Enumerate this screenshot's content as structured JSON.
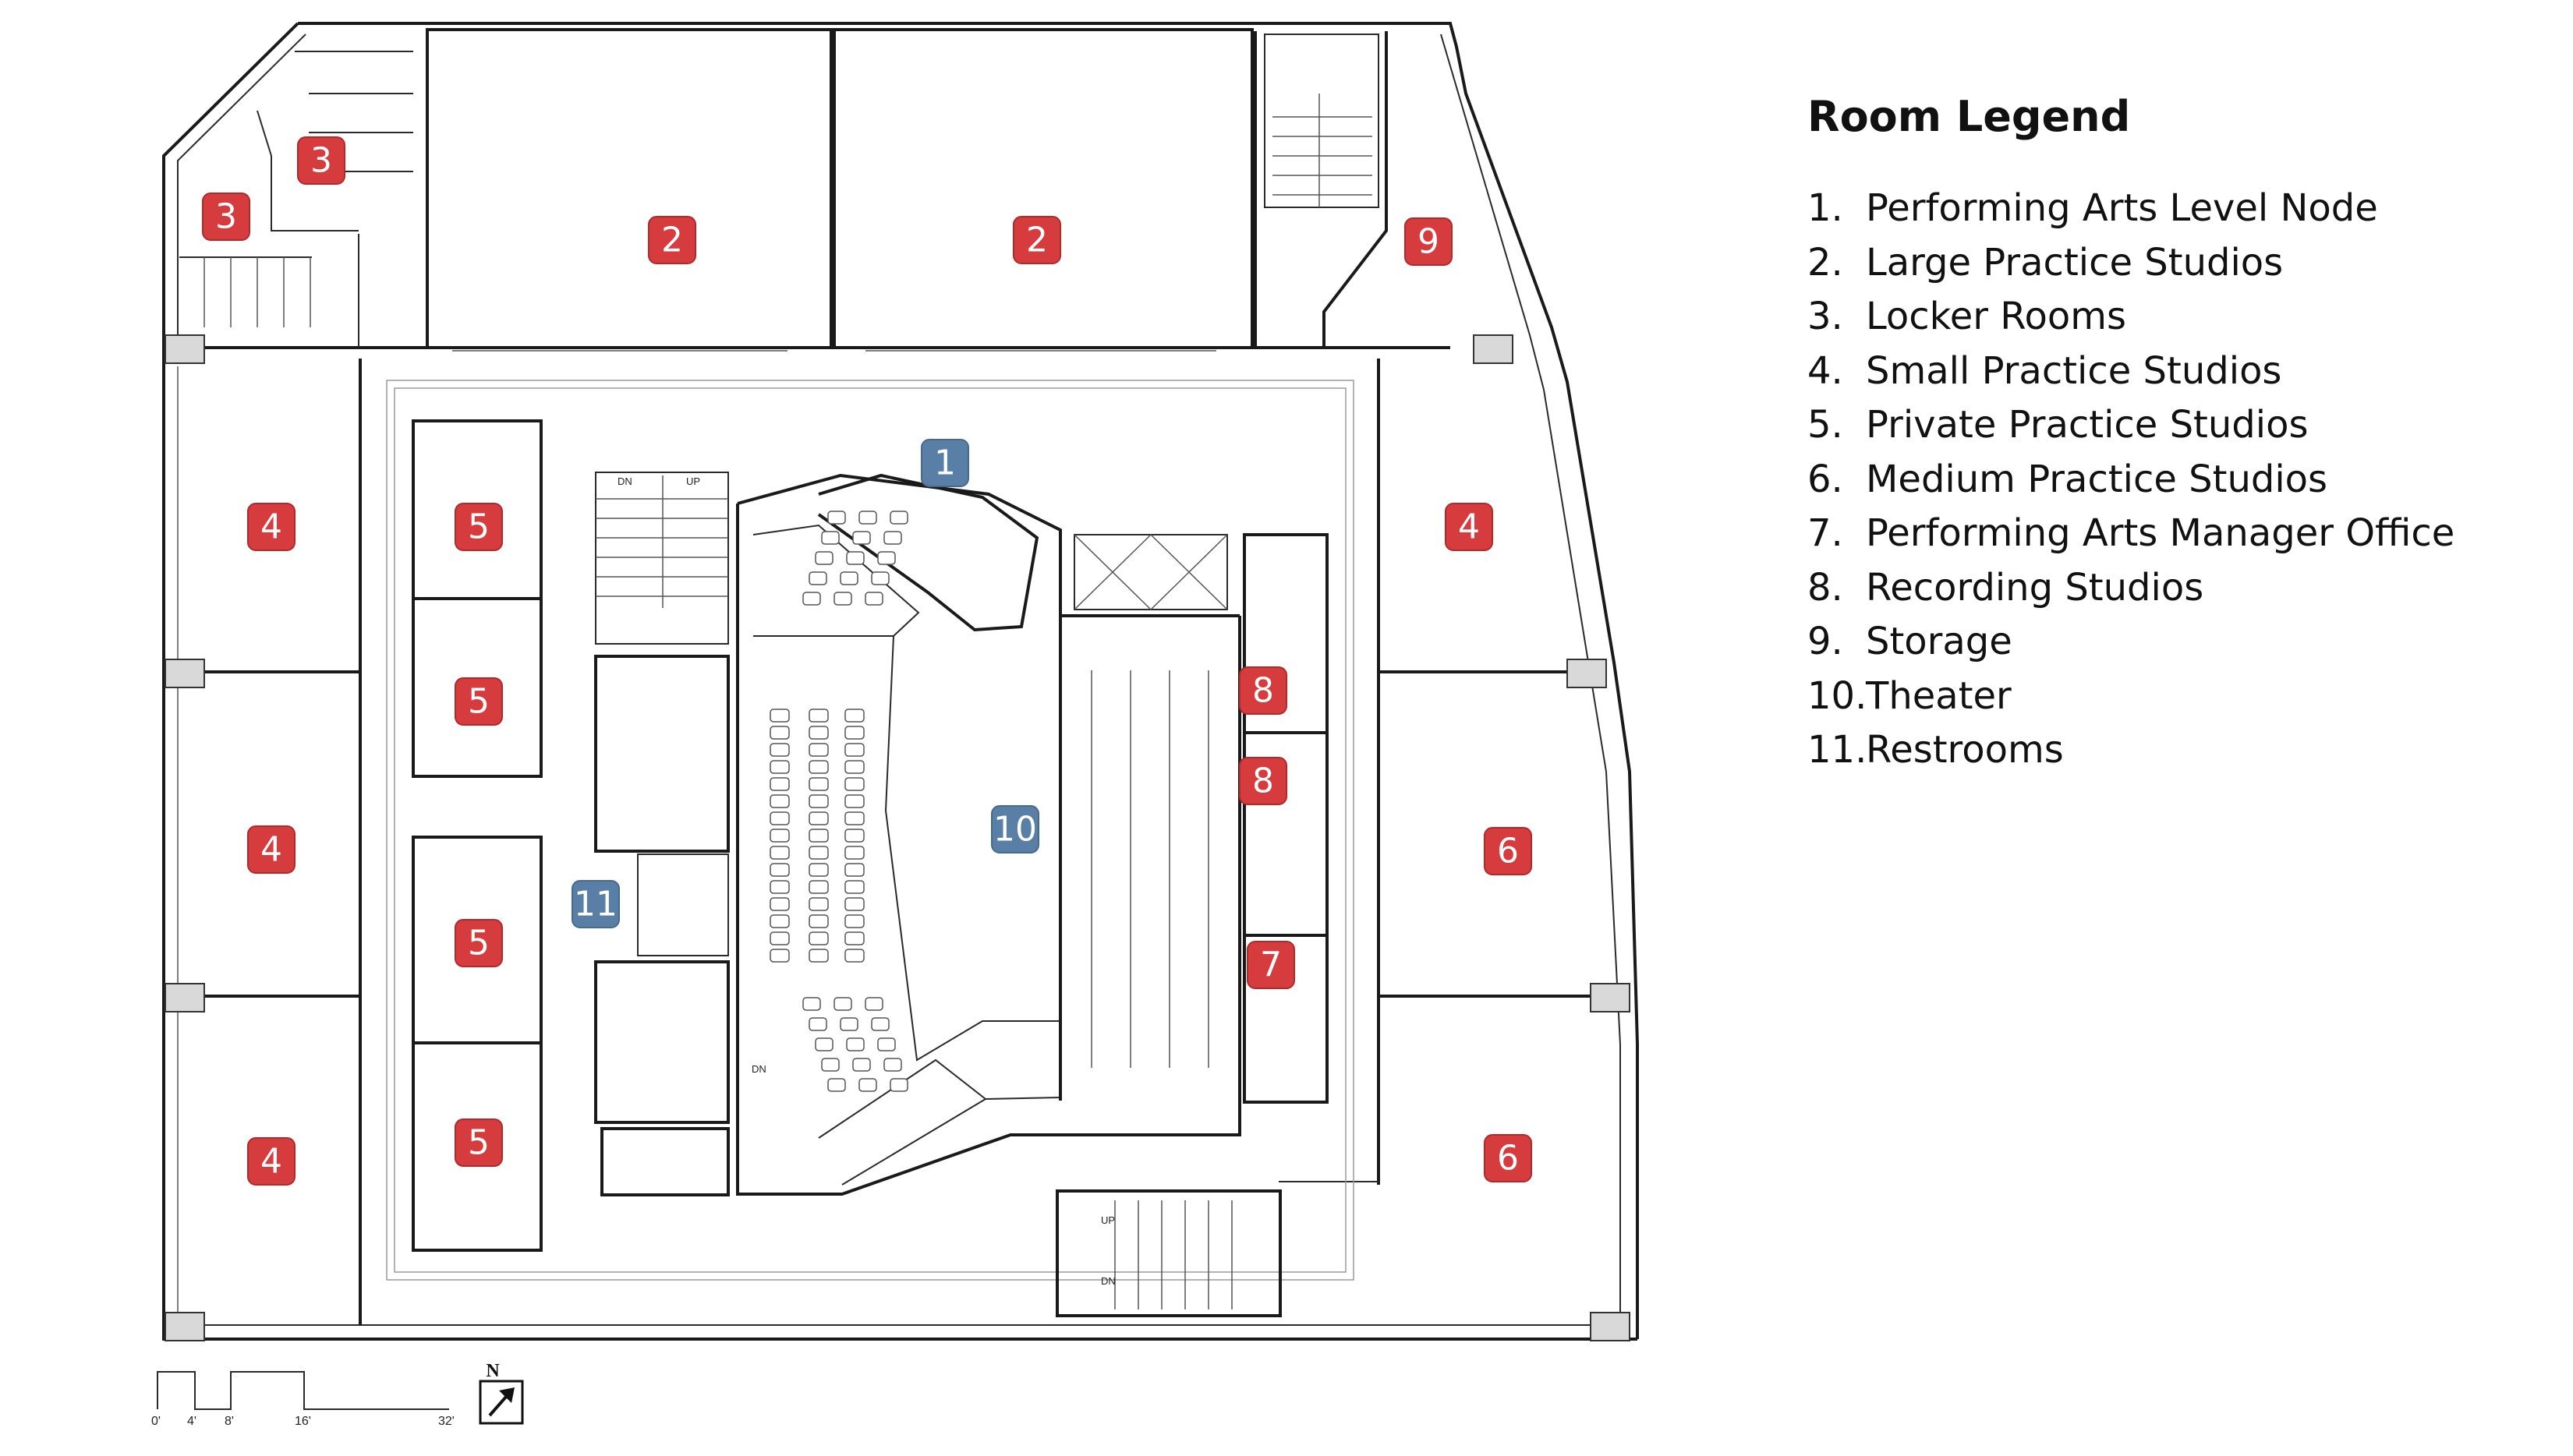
{
  "legend": {
    "title": "Room Legend",
    "items": [
      {
        "number": "1.",
        "label": "Performing Arts Level Node"
      },
      {
        "number": "2.",
        "label": "Large Practice Studios"
      },
      {
        "number": "3.",
        "label": "Locker Rooms"
      },
      {
        "number": "4.",
        "label": "Small Practice Studios"
      },
      {
        "number": "5.",
        "label": "Private Practice Studios"
      },
      {
        "number": "6.",
        "label": "Medium Practice Studios"
      },
      {
        "number": "7.",
        "label": "Performing Arts Manager Office"
      },
      {
        "number": "8.",
        "label": "Recording Studios"
      },
      {
        "number": "9.",
        "label": "Storage"
      },
      {
        "number": "10.",
        "label": "Theater"
      },
      {
        "number": "11.",
        "label": "Restrooms"
      }
    ]
  },
  "room_tags": [
    {
      "id": "1",
      "style": "blue"
    },
    {
      "id": "2",
      "style": "red"
    },
    {
      "id": "2",
      "style": "red"
    },
    {
      "id": "3",
      "style": "red"
    },
    {
      "id": "3",
      "style": "red"
    },
    {
      "id": "4",
      "style": "red"
    },
    {
      "id": "4",
      "style": "red"
    },
    {
      "id": "4",
      "style": "red"
    },
    {
      "id": "4",
      "style": "red"
    },
    {
      "id": "5",
      "style": "red"
    },
    {
      "id": "5",
      "style": "red"
    },
    {
      "id": "5",
      "style": "red"
    },
    {
      "id": "5",
      "style": "red"
    },
    {
      "id": "6",
      "style": "red"
    },
    {
      "id": "6",
      "style": "red"
    },
    {
      "id": "7",
      "style": "red"
    },
    {
      "id": "8",
      "style": "red"
    },
    {
      "id": "8",
      "style": "red"
    },
    {
      "id": "9",
      "style": "red"
    },
    {
      "id": "10",
      "style": "blue"
    },
    {
      "id": "11",
      "style": "blue"
    }
  ],
  "stair_labels": {
    "up": "UP",
    "down": "DN"
  },
  "scale_bar": {
    "ticks": [
      "0'",
      "4'",
      "8'",
      "16'",
      "32'"
    ]
  },
  "north_arrow": {
    "label": "N"
  },
  "colors": {
    "room_tag_red": "#d63b3d",
    "room_tag_blue": "#5a7fa6",
    "walls": "#1a1a1a"
  }
}
